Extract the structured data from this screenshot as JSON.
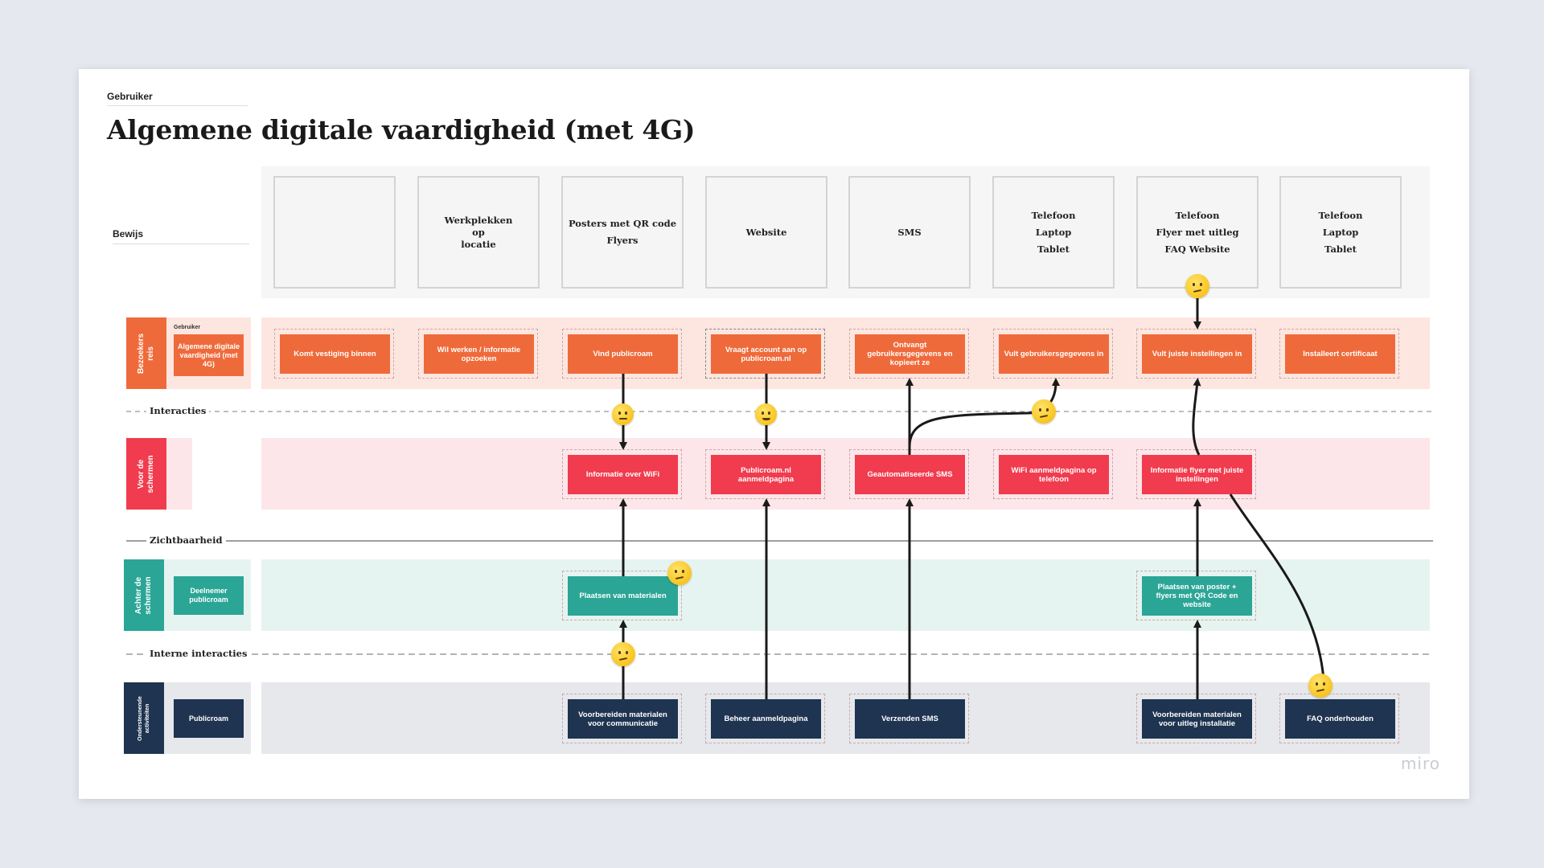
{
  "header": {
    "persona_label": "Gebruiker",
    "title": "Algemene digitale vaardigheid (met 4G)"
  },
  "evidence": {
    "label": "Bewijs",
    "cards": [
      "",
      "Werkplekken\nop\nlocatie",
      "Posters met QR code\nFlyers",
      "Website",
      "SMS",
      "Telefoon\nLaptop\nTablet",
      "Telefoon\nFlyer met uitleg\nFAQ Website",
      "Telefoon\nLaptop\nTablet"
    ]
  },
  "lanes": {
    "journey": {
      "side_label": "Bezoekers reis",
      "persona_small": "Gebruiker",
      "persona_card": "Algemene digitale vaardigheid (met 4G)",
      "cards": [
        "Komt vestiging binnen",
        "Wil werken / informatie opzoeken",
        "Vind publicroam",
        "Vraagt account aan op publicroam.nl",
        "Ontvangt gebruikersgegevens en kopieert ze",
        "Vult gebruikersgegevens in",
        "Vult juiste instellingen in",
        "Installeert certificaat"
      ]
    },
    "frontstage": {
      "side_label": "Voor de schermen",
      "cards": [
        "Informatie over WiFi",
        "Publicroam.nl aanmeldpagina",
        "Geautomatiseerde SMS",
        "WiFi aanmeldpagina op telefoon",
        "Informatie flyer met juiste instellingen"
      ]
    },
    "backstage": {
      "side_label": "Achter de schermen",
      "actor": "Deelnemer publicroam",
      "cards": [
        "Plaatsen van materialen",
        "Plaatsen van poster + flyers met QR Code en website"
      ]
    },
    "support": {
      "side_label": "Ondersteunende activiteiten",
      "actor": "Publicroam",
      "cards": [
        "Voorbereiden materialen voor communicatie",
        "Beheer aanmeldpagina",
        "Verzenden SMS",
        "Voorbereiden materialen voor uitleg installatie",
        "FAQ onderhouden"
      ]
    }
  },
  "separators": {
    "interactions": "Interacties",
    "visibility": "Zichtbaarheid",
    "internal": "Interne interacties"
  },
  "watermark": "miro",
  "colors": {
    "journey_card": "#ef6a3a",
    "frontstage_card": "#f03c4e",
    "backstage_card": "#2ba596",
    "support_card": "#1e3450"
  }
}
